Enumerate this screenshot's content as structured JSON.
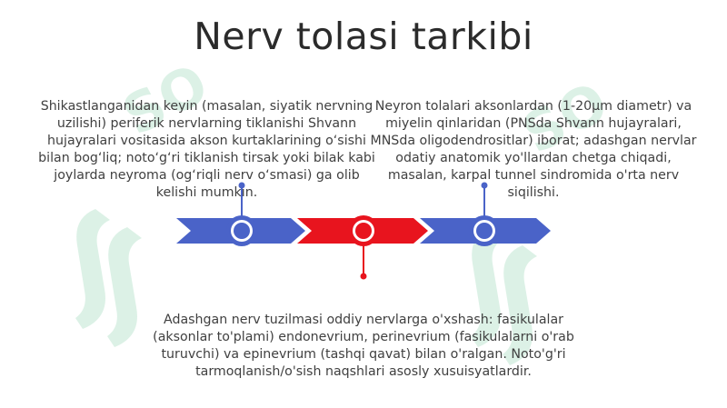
{
  "slide": {
    "title": "Nerv tolasi tarkibi",
    "notes": {
      "left": "Shikastlanganidan keyin (masalan, siyatik nervning uzilishi) periferik nervlarning tiklanishi Shvann hujayralari vositasida akson kurtaklarining o‘sishi bilan bog‘liq; noto‘g‘ri tiklanish tirsak yoki bilak kabi joylarda neyroma (og‘riqli nerv o‘smasi) ga olib kelishi mumkin.",
      "right": "Neyron tolalari aksonlardan (1-20μm diametr) va miyelin qinlaridan (PNSda Shvann hujayralari, MNSda oligodendrositlar) iborat; adashgan nervlar odatiy anatomik yo'llardan chetga chiqadi, masalan, karpal tunnel sindromida o'rta nerv siqilishi.",
      "bottom": "Adashgan nerv tuzilmasi oddiy nervlarga o'xshash:  fasikulalar (aksonlar to'plami) endonevrium, perinevrium (fasikulalarni o'rab turuvchi) va epinevrium (tashqi qavat) bilan o'ralgan.  Noto'g'ri tarmoqlanish/o'sish naqshlari asosly xusuisyatlardir."
    },
    "colors": {
      "blue": "#4a63c8",
      "red": "#e8141e",
      "watermark": "#d9f0e4"
    },
    "icons": [
      "watermark-logo",
      "timeline-node-icon"
    ]
  }
}
